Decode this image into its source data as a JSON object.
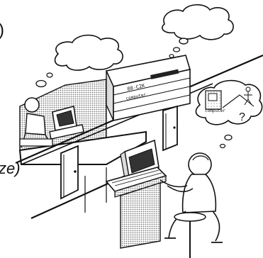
{
  "illustration": {
    "left_fragment": ")",
    "bottom_left_fragment": "ze)",
    "mainframe_label_1": "88-C2K",
    "mainframe_label_2": "computer",
    "thought_bubble_label": "computer",
    "thought_bubble_symbol": "?"
  }
}
